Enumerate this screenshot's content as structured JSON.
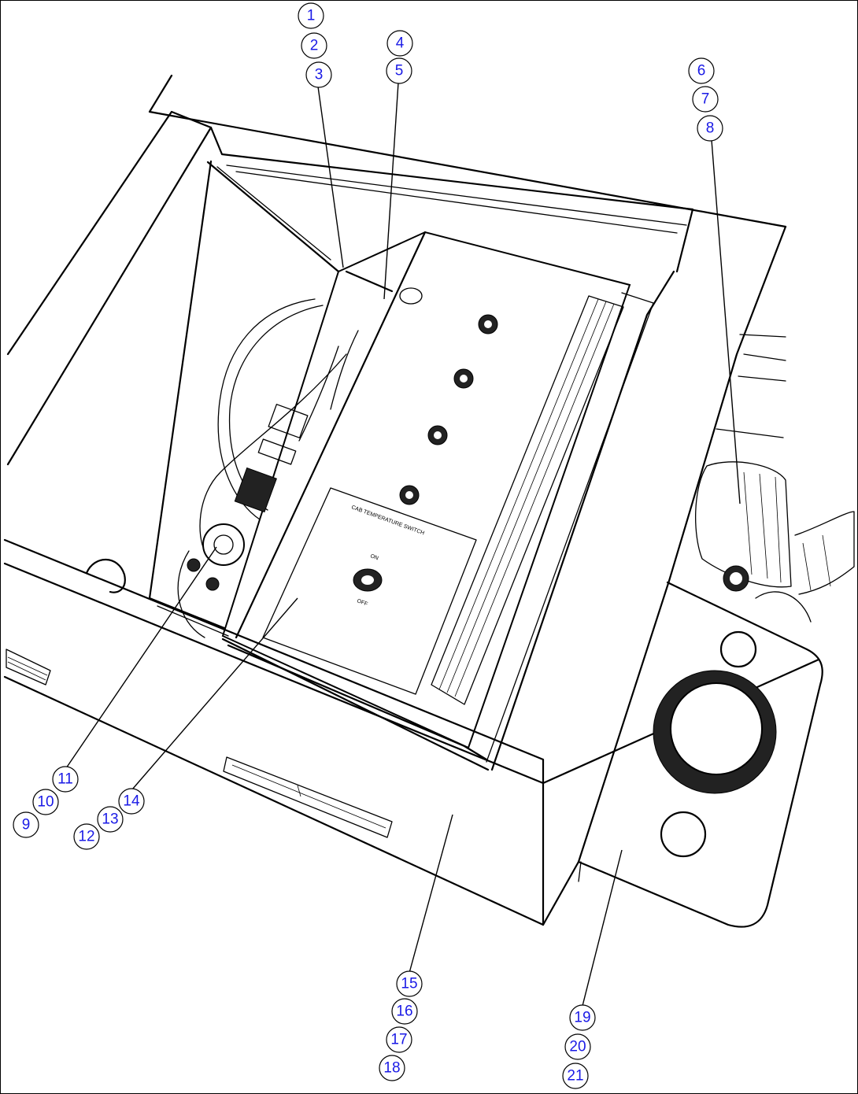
{
  "callouts": [
    {
      "label": "1"
    },
    {
      "label": "2"
    },
    {
      "label": "3"
    },
    {
      "label": "4"
    },
    {
      "label": "5"
    },
    {
      "label": "6"
    },
    {
      "label": "7"
    },
    {
      "label": "8"
    },
    {
      "label": "9"
    },
    {
      "label": "10"
    },
    {
      "label": "11"
    },
    {
      "label": "12"
    },
    {
      "label": "13"
    },
    {
      "label": "14"
    },
    {
      "label": "15"
    },
    {
      "label": "16"
    },
    {
      "label": "17"
    },
    {
      "label": "18"
    },
    {
      "label": "19"
    },
    {
      "label": "20"
    },
    {
      "label": "21"
    }
  ],
  "switch_plate": {
    "title": "CAB TEMPERATURE SWITCH",
    "on_label": "ON",
    "off_label": "OFF"
  }
}
